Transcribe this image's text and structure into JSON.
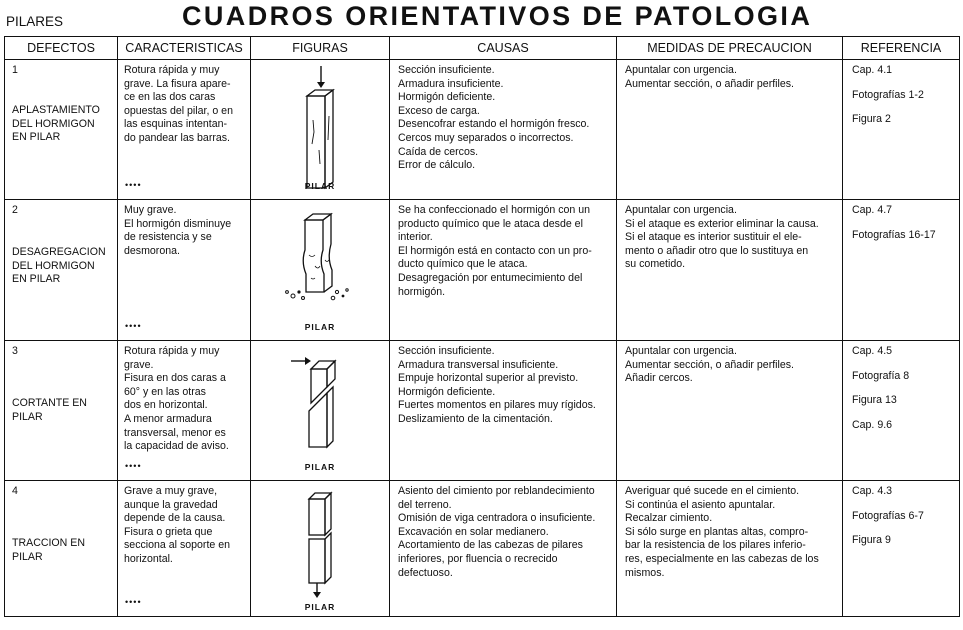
{
  "section": "PILARES",
  "title": "CUADROS ORIENTATIVOS DE PATOLOGIA",
  "columns": [
    "DEFECTOS",
    "CARACTERISTICAS",
    "FIGURAS",
    "CAUSAS",
    "MEDIDAS DE PRECAUCION",
    "REFERENCIA"
  ],
  "rows": [
    {
      "num": "1",
      "name": [
        "APLASTAMIENTO",
        "DEL HORMIGON",
        "EN PILAR"
      ],
      "carac": [
        "Rotura rápida y muy",
        "grave. La fisura apare-",
        "ce en las dos caras",
        "opuestas del pilar, o en",
        "las esquinas intentan-",
        "do pandear las barras."
      ],
      "stars": "••••",
      "fig_label": "PILAR",
      "causas": [
        "Sección insuficiente.",
        "Armadura insuficiente.",
        "Hormigón deficiente.",
        "Exceso de carga.",
        "Desencofrar estando el hormigón fresco.",
        "Cercos muy separados o incorrectos.",
        "Caída de cercos.",
        "Error de cálculo."
      ],
      "medidas": [
        "Apuntalar con urgencia.",
        "Aumentar sección, o añadir perfiles."
      ],
      "refs": [
        "Cap. 4.1",
        "Fotografías 1-2",
        "Figura 2"
      ]
    },
    {
      "num": "2",
      "name": [
        "DESAGREGACION",
        "DEL HORMIGON",
        "EN PILAR"
      ],
      "carac": [
        "Muy grave.",
        "El hormigón disminuye",
        "de resistencia y se",
        "desmorona."
      ],
      "stars": "••••",
      "fig_label": "PILAR",
      "causas": [
        "Se ha confeccionado el hormigón con un",
        "producto químico que le ataca desde el",
        "interior.",
        "El hormigón está en contacto con un pro-",
        "ducto químico que le ataca.",
        "Desagregación por entumecimiento del",
        "hormigón."
      ],
      "medidas": [
        "Apuntalar con urgencia.",
        "Si el ataque es exterior eliminar la causa.",
        "Si el ataque es interior sustituir el ele-",
        "mento o añadir otro que lo sustituya en",
        "su cometido."
      ],
      "refs": [
        "Cap. 4.7",
        "Fotografías 16-17"
      ]
    },
    {
      "num": "3",
      "name": [
        "CORTANTE EN",
        "PILAR"
      ],
      "carac": [
        "Rotura rápida y muy",
        "grave.",
        "Fisura en dos caras a",
        "60° y en las otras",
        "dos en horizontal.",
        "A menor armadura",
        "transversal, menor es",
        "la capacidad de aviso."
      ],
      "stars": "••••",
      "fig_label": "PILAR",
      "causas": [
        "Sección insuficiente.",
        "Armadura transversal insuficiente.",
        "Empuje horizontal superior al previsto.",
        "Hormigón deficiente.",
        "Fuertes momentos en pilares muy rígidos.",
        "Deslizamiento de la cimentación."
      ],
      "medidas": [
        "Apuntalar con urgencia.",
        "Aumentar sección, o añadir perfiles.",
        "Añadir cercos."
      ],
      "refs": [
        "Cap. 4.5",
        "Fotografía 8",
        "Figura 13",
        "Cap. 9.6"
      ]
    },
    {
      "num": "4",
      "name": [
        "TRACCION EN",
        "PILAR"
      ],
      "carac": [
        "Grave a muy grave,",
        "aunque la gravedad",
        "depende de la causa.",
        "Fisura o grieta que",
        "secciona al soporte en",
        "horizontal."
      ],
      "stars": "••••",
      "fig_label": "PILAR",
      "causas": [
        "Asiento del cimiento por reblandecimiento",
        "del terreno.",
        "Omisión de viga centradora o insuficiente.",
        "Excavación en solar medianero.",
        "Acortamiento de las cabezas de pilares",
        "inferiores, por fluencia o recrecido",
        "defectuoso."
      ],
      "medidas": [
        "Averiguar qué sucede en el cimiento.",
        "Si continúa el asiento apuntalar.",
        "Recalzar cimiento.",
        "Si sólo surge en plantas altas, compro-",
        "bar la resistencia de los pilares inferio-",
        "res, especialmente en las cabezas de los",
        "mismos."
      ],
      "refs": [
        "Cap. 4.3",
        "Fotografías 6-7",
        "Figura 9"
      ]
    }
  ]
}
